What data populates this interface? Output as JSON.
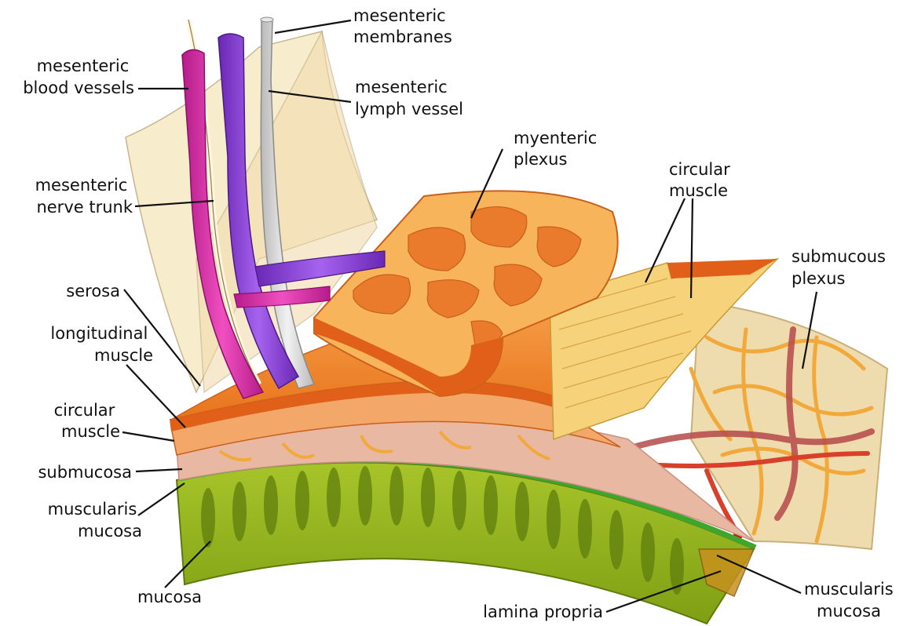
{
  "labels": {
    "mesenteric_membranes": [
      "mesenteric",
      "membranes"
    ],
    "mesenteric_blood_vessels": [
      "mesenteric",
      "blood vessels"
    ],
    "mesenteric_lymph_vessel": [
      "mesenteric",
      "lymph vessel"
    ],
    "myenteric_plexus": [
      "myenteric",
      "plexus"
    ],
    "mesenteric_nerve_trunk": [
      "mesenteric",
      "nerve trunk"
    ],
    "circular_muscle_top": [
      "circular",
      "muscle"
    ],
    "submucous_plexus": [
      "submucous",
      "plexus"
    ],
    "serosa": [
      "serosa"
    ],
    "longitudinal_muscle": [
      "longitudinal",
      "muscle"
    ],
    "circular_muscle_left": [
      "circular",
      "muscle"
    ],
    "submucosa": [
      "submucosa"
    ],
    "muscularis_mucosa_left": [
      "muscularis",
      "mucosa"
    ],
    "mucosa": [
      "mucosa"
    ],
    "lamina_propria": [
      "lamina propria"
    ],
    "muscularis_mucosa_right": [
      "muscularis",
      "mucosa"
    ]
  },
  "colors": {
    "serosa_orange": "#f08a2c",
    "muscle_dark_orange": "#e0601a",
    "myenteric_plexus": "#f7b45a",
    "circular_muscle_yellow": "#f6d27a",
    "submucosa_pink": "#e8b8a2",
    "submucous_bg": "#efdcae",
    "mucosa_green": "#8fb21e",
    "muscularis_mucosa_green": "#3fa62c",
    "blood_vessel_magenta": "#d631a5",
    "blood_vessel_purple": "#8a3fd6",
    "lymph_vessel_grey": "#cfcfcf",
    "membrane_cream": "#f7ecc8"
  }
}
